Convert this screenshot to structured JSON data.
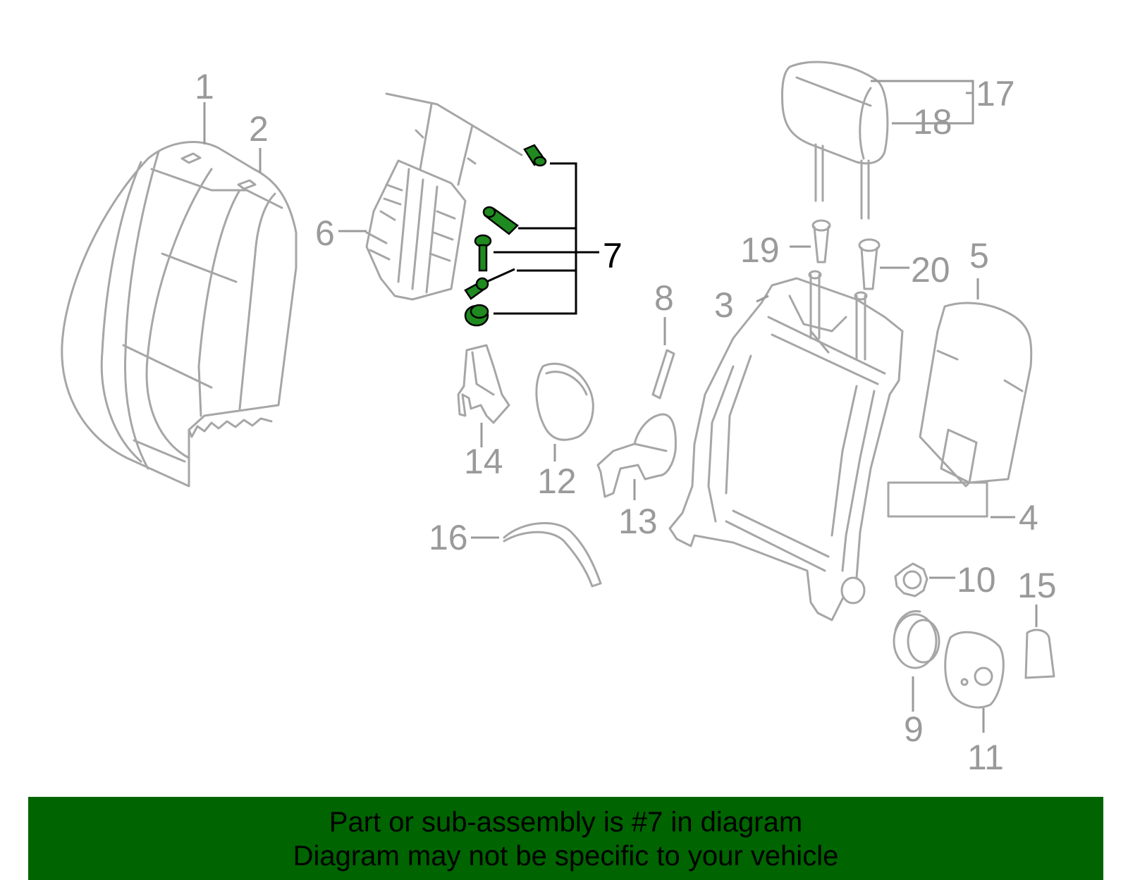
{
  "callouts": {
    "c1": "1",
    "c2": "2",
    "c3": "3",
    "c4": "4",
    "c5": "5",
    "c6": "6",
    "c7": "7",
    "c8": "8",
    "c9": "9",
    "c10": "10",
    "c11": "11",
    "c12": "12",
    "c13": "13",
    "c14": "14",
    "c15": "15",
    "c16": "16",
    "c17": "17",
    "c18": "18",
    "c19": "19",
    "c20": "20"
  },
  "highlighted_part": "7",
  "colors": {
    "highlight_part": "#1f8a1f",
    "banner_background": "#006400",
    "line_art": "#a6a6a6"
  },
  "banner": {
    "line1": "Part or sub-assembly is #7 in diagram",
    "line2": "Diagram may not be specific to your vehicle"
  }
}
